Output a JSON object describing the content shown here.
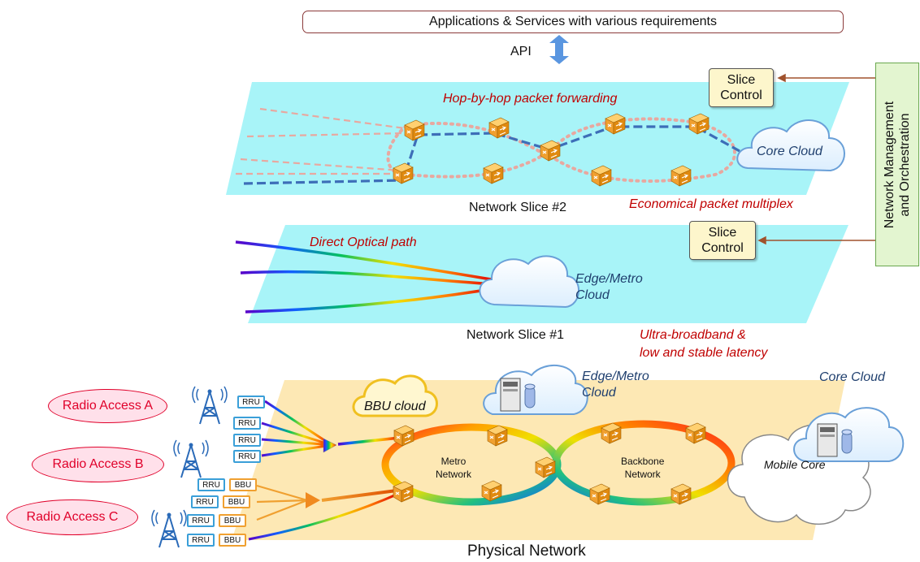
{
  "top": {
    "applications_label": "Applications & Services with various requirements",
    "api_label": "API"
  },
  "slice_control": {
    "label_line1": "Slice",
    "label_line2": "Control"
  },
  "nmo": {
    "line1": "Network Management",
    "line2": "and Orchestration"
  },
  "slice2": {
    "title": "Network Slice #2",
    "hop_label": "Hop-by-hop packet forwarding",
    "econ_label": "Economical packet multiplex",
    "cloud_label": "Core Cloud"
  },
  "slice1": {
    "title": "Network Slice #1",
    "optical_label": "Direct Optical path",
    "cloud_line1": "Edge/Metro",
    "cloud_line2": "Cloud",
    "ultra_line1": "Ultra-broadband &",
    "ultra_line2": "low and stable latency"
  },
  "physical": {
    "title": "Physical Network",
    "bbu_cloud": "BBU cloud",
    "edge_line1": "Edge/Metro",
    "edge_line2": "Cloud",
    "core_cloud": "Core Cloud",
    "mobile_core": "Mobile Core",
    "metro_line1": "Metro",
    "metro_line2": "Network",
    "backbone_line1": "Backbone",
    "backbone_line2": "Network",
    "radio_a": "Radio Access A",
    "radio_b": "Radio Access B",
    "radio_c": "Radio Access C",
    "rru": "RRU",
    "bbu": "BBU"
  },
  "colors": {
    "slice_plane": "#a8f4f8",
    "physical_plane": "#fde8b4",
    "accent_red": "#c00000",
    "accent_blue": "#1f3f6e"
  }
}
